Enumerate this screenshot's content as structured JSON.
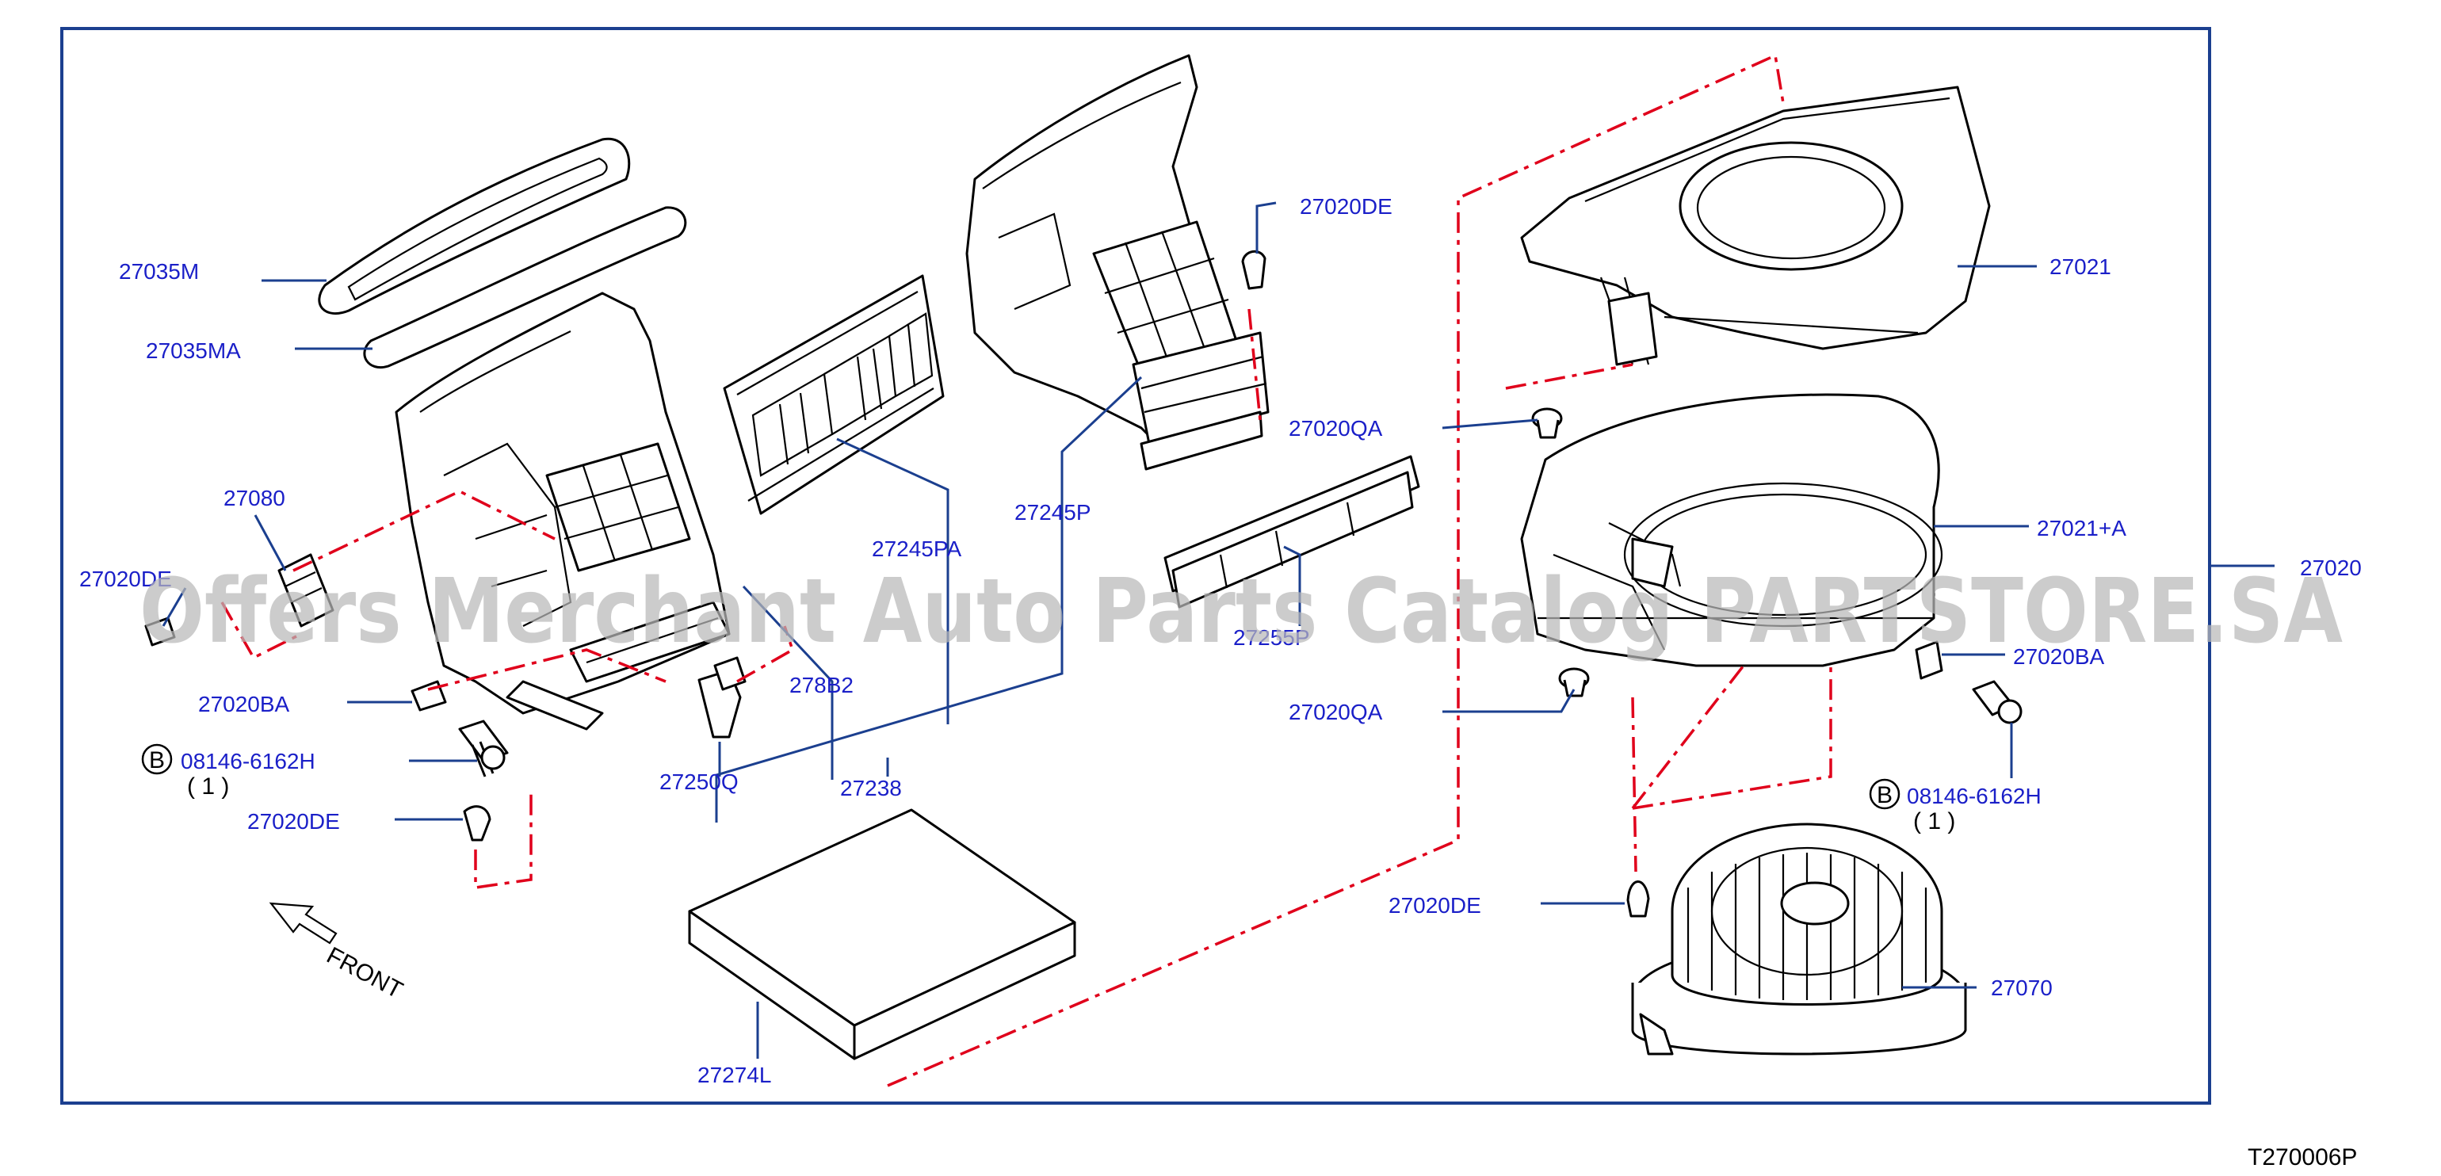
{
  "diagram": {
    "part_labels": {
      "p27035M": "27035M",
      "p27035MA": "27035MA",
      "p27080": "27080",
      "p27020DE_left_top": "27020DE",
      "p27020BA_left": "27020BA",
      "p08146_left": "08146-6162H",
      "p08146_left_qty": "( 1 )",
      "p27020DE_left_bottom": "27020DE",
      "p27250Q": "27250Q",
      "p278B2": "278B2",
      "p27238": "27238",
      "p27245PA": "27245PA",
      "p27245P": "27245P",
      "p27255P": "27255P",
      "p27274L": "27274L",
      "p27020DE_top": "27020DE",
      "p27020QA_top": "27020QA",
      "p27020QA_bottom": "27020QA",
      "p27021": "27021",
      "p27021A": "27021+A",
      "p27020": "27020",
      "p27020BA_right": "27020BA",
      "p08146_right": "08146-6162H",
      "p08146_right_qty": "( 1 )",
      "p27020DE_right": "27020DE",
      "p27070": "27070"
    },
    "bolt_marker_left": "B",
    "bolt_marker_right": "B",
    "front_label": "FRONT",
    "diagram_code": "T270006P",
    "watermark": "Offers Merchant Auto Parts Catalog PARTSTORE.SA",
    "colors": {
      "label": "#1a1fc8",
      "frame": "#1b3f8f",
      "phantom_line": "#e0001b",
      "watermark": "#b9b9b9"
    }
  }
}
